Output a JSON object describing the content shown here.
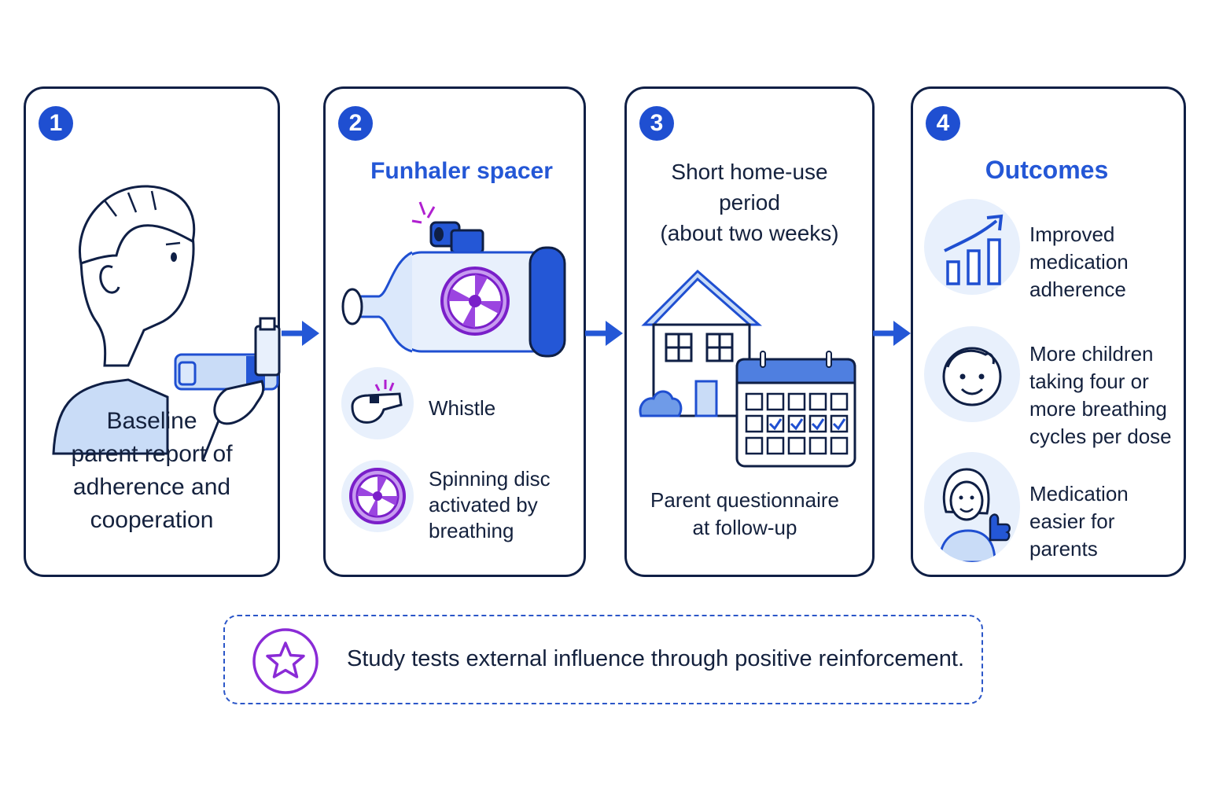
{
  "steps": [
    {
      "number": "1",
      "text_lines": [
        "Baseline",
        "parent report of",
        "adherence and",
        "cooperation"
      ]
    },
    {
      "number": "2",
      "title": "Funhaler spacer",
      "features": [
        {
          "icon": "whistle-icon",
          "label": "Whistle"
        },
        {
          "icon": "spinning-disc-icon",
          "label_lines": [
            "Spinning disc",
            "activated by",
            "breathing"
          ]
        }
      ]
    },
    {
      "number": "3",
      "title_lines": [
        "Short home-use",
        "period",
        "(about two weeks)"
      ],
      "caption_lines": [
        "Parent questionnaire",
        "at follow-up"
      ]
    },
    {
      "number": "4",
      "title": "Outcomes",
      "outcomes": [
        {
          "icon": "bar-chart-growth-icon",
          "label_lines": [
            "Improved",
            "medication",
            "adherence"
          ]
        },
        {
          "icon": "child-face-icon",
          "label_lines": [
            "More children",
            "taking four or",
            "more breathing",
            "cycles per dose"
          ]
        },
        {
          "icon": "parent-thumbs-up-icon",
          "label_lines": [
            "Medication",
            "easier for",
            "parents"
          ]
        }
      ]
    }
  ],
  "callout": {
    "icon": "star-icon",
    "text": "Study tests external influence through positive reinforcement."
  },
  "colors": {
    "accent_blue": "#1f4fd1",
    "dark_navy": "#0f1f45",
    "purple": "#8a2bd6",
    "light_blue": "#c9dcf7",
    "pale_circle": "#e8f0fc"
  }
}
